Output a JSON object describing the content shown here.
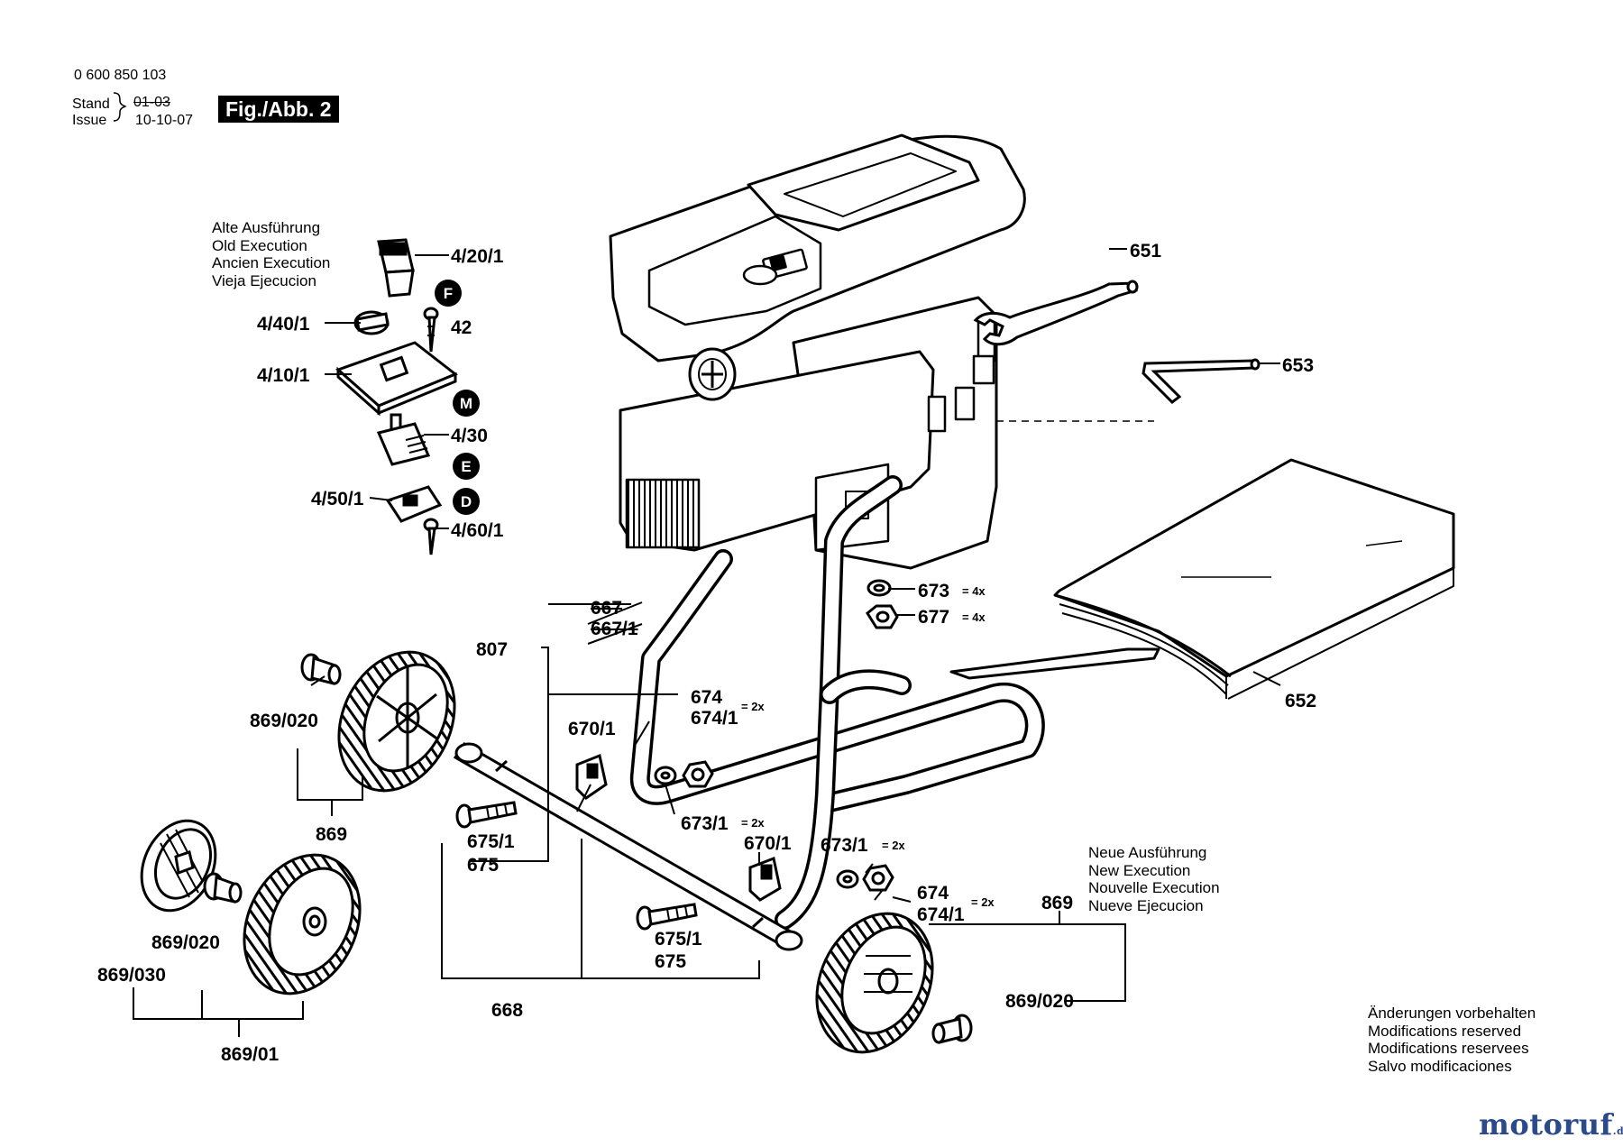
{
  "header": {
    "doc_number": "0 600 850 103",
    "stand_label": "Stand",
    "issue_label": "Issue",
    "stand_date_struck": "01-03",
    "issue_date": "10-10-07",
    "figure_label": "Fig./Abb. 2"
  },
  "notes": {
    "old_execution": [
      "Alte Ausführung",
      "Old Execution",
      "Ancien Execution",
      "Vieja Ejecucion"
    ],
    "new_execution": [
      "Neue Ausführung",
      "New Execution",
      "Nouvelle Execution",
      "Nueve Ejecucion"
    ],
    "modifications": [
      "Änderungen vorbehalten",
      "Modifications reserved",
      "Modifications reservees",
      "Salvo modificaciones"
    ]
  },
  "part_labels": {
    "p4201": "4/20/1",
    "p4401": "4/40/1",
    "p42": "42",
    "p4101": "4/10/1",
    "p430": "4/30",
    "p4501": "4/50/1",
    "p4601": "4/60/1",
    "p651": "651",
    "p653": "653",
    "p652": "652",
    "p673": "673",
    "p677": "677",
    "p673_mult": "= 4x",
    "p677_mult": "= 4x",
    "p667": "667",
    "p6671": "667/1",
    "p807": "807",
    "p674a": "674",
    "p6741a": "674/1",
    "p674a_mult": "= 2x",
    "p6701a": "670/1",
    "p6701b": "670/1",
    "p8690200a": "869/020",
    "p869a": "869",
    "p6751a": "675/1",
    "p675a": "675",
    "p6731a": "673/1",
    "p6731a_mult": "= 2x",
    "p6731b": "673/1",
    "p6731b_mult": "= 2x",
    "p674b": "674",
    "p6741b": "674/1",
    "p674b_mult": "= 2x",
    "p869b": "869",
    "p6751b": "675/1",
    "p675b": "675",
    "p8690200b": "869/020",
    "p869030": "869/030",
    "p668": "668",
    "p86901": "869/01",
    "p8690200c": "869/020"
  },
  "callout_letters": {
    "F": "F",
    "M": "M",
    "E": "E",
    "D": "D"
  },
  "brand": {
    "name": "motoruf",
    "tld": ".de",
    "color": "#2a4a8c"
  }
}
